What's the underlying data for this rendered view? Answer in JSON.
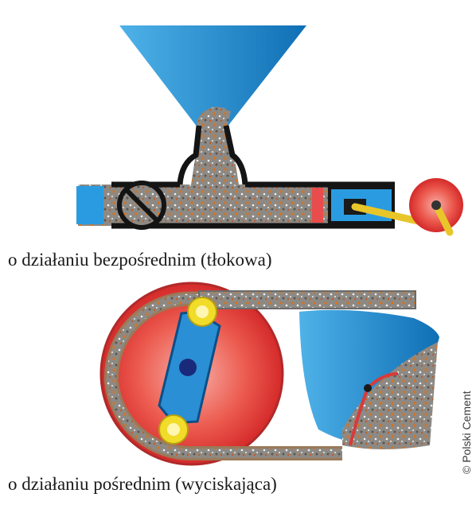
{
  "captions": {
    "top": "o działaniu bezpośrednim (tłokowa)",
    "bottom": "o działaniu pośrednim (wyciskająca)"
  },
  "credit": "© Polski Cement",
  "colors": {
    "hopper_blue": "#1f8fd3",
    "concrete_gray": "#8a8580",
    "pump_red": "#e23a3a",
    "crank_yellow": "#f0d030",
    "outline_black": "#141414"
  }
}
